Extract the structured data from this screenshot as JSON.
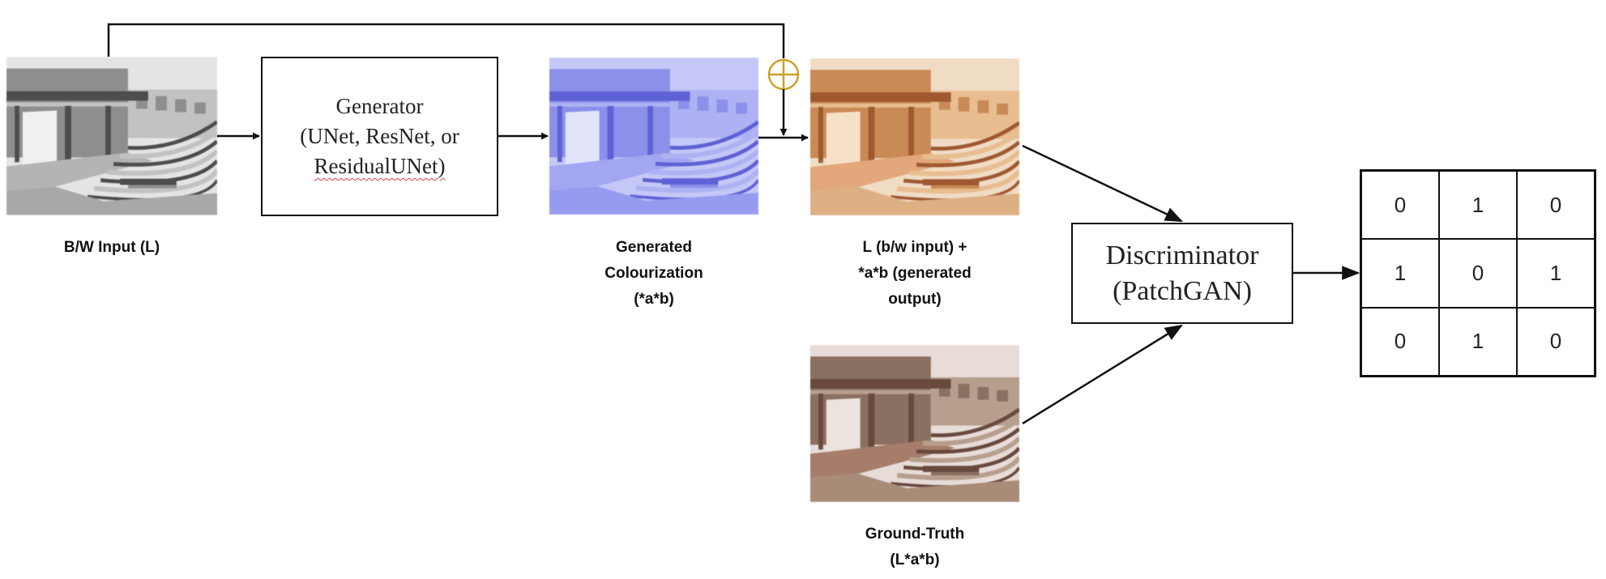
{
  "generator": {
    "line1": "Generator",
    "line2": "(UNet, ResNet, or",
    "line3": "ResidualUNet)"
  },
  "discriminator": {
    "line1": "Discriminator",
    "line2": "(PatchGAN)"
  },
  "labels": {
    "bw_input": [
      "B/W Input (L)"
    ],
    "generated": [
      "Generated",
      "Colourization",
      "(*a*b)"
    ],
    "combined": [
      "L (b/w input) +",
      "*a*b (generated",
      "output)"
    ],
    "ground_truth": [
      "Ground-Truth",
      "(L*a*b)"
    ]
  },
  "patch_grid": [
    [
      "0",
      "1",
      "0"
    ],
    [
      "1",
      "0",
      "1"
    ],
    [
      "0",
      "1",
      "0"
    ]
  ],
  "colors": {
    "stroke": "#111111",
    "sum_symbol": "#c9a227",
    "generated_tint": "#7f86f0"
  },
  "icons": {
    "sum": "circle-plus-icon"
  }
}
